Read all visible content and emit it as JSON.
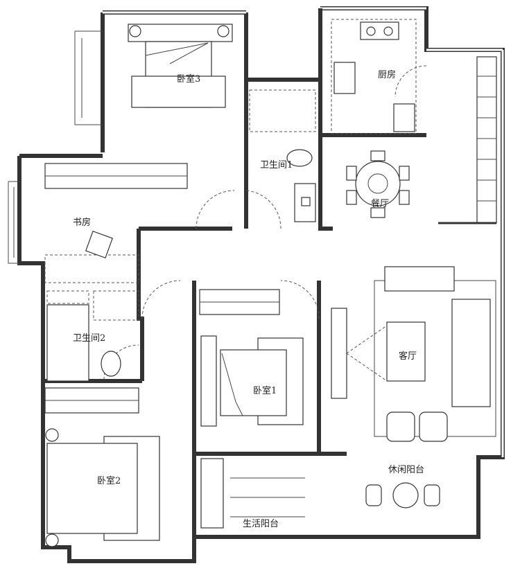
{
  "plan": {
    "rooms": {
      "bedroom3": "卧室3",
      "kitchen": "厨房",
      "bathroom1": "卫生间1",
      "dining": "餐厅",
      "study": "书房",
      "bathroom2": "卫生间2",
      "bedroom1": "卧室1",
      "living": "客厅",
      "bedroom2": "卧室2",
      "leisure_balcony": "休闲阳台",
      "utility_balcony": "生活阳台"
    }
  }
}
